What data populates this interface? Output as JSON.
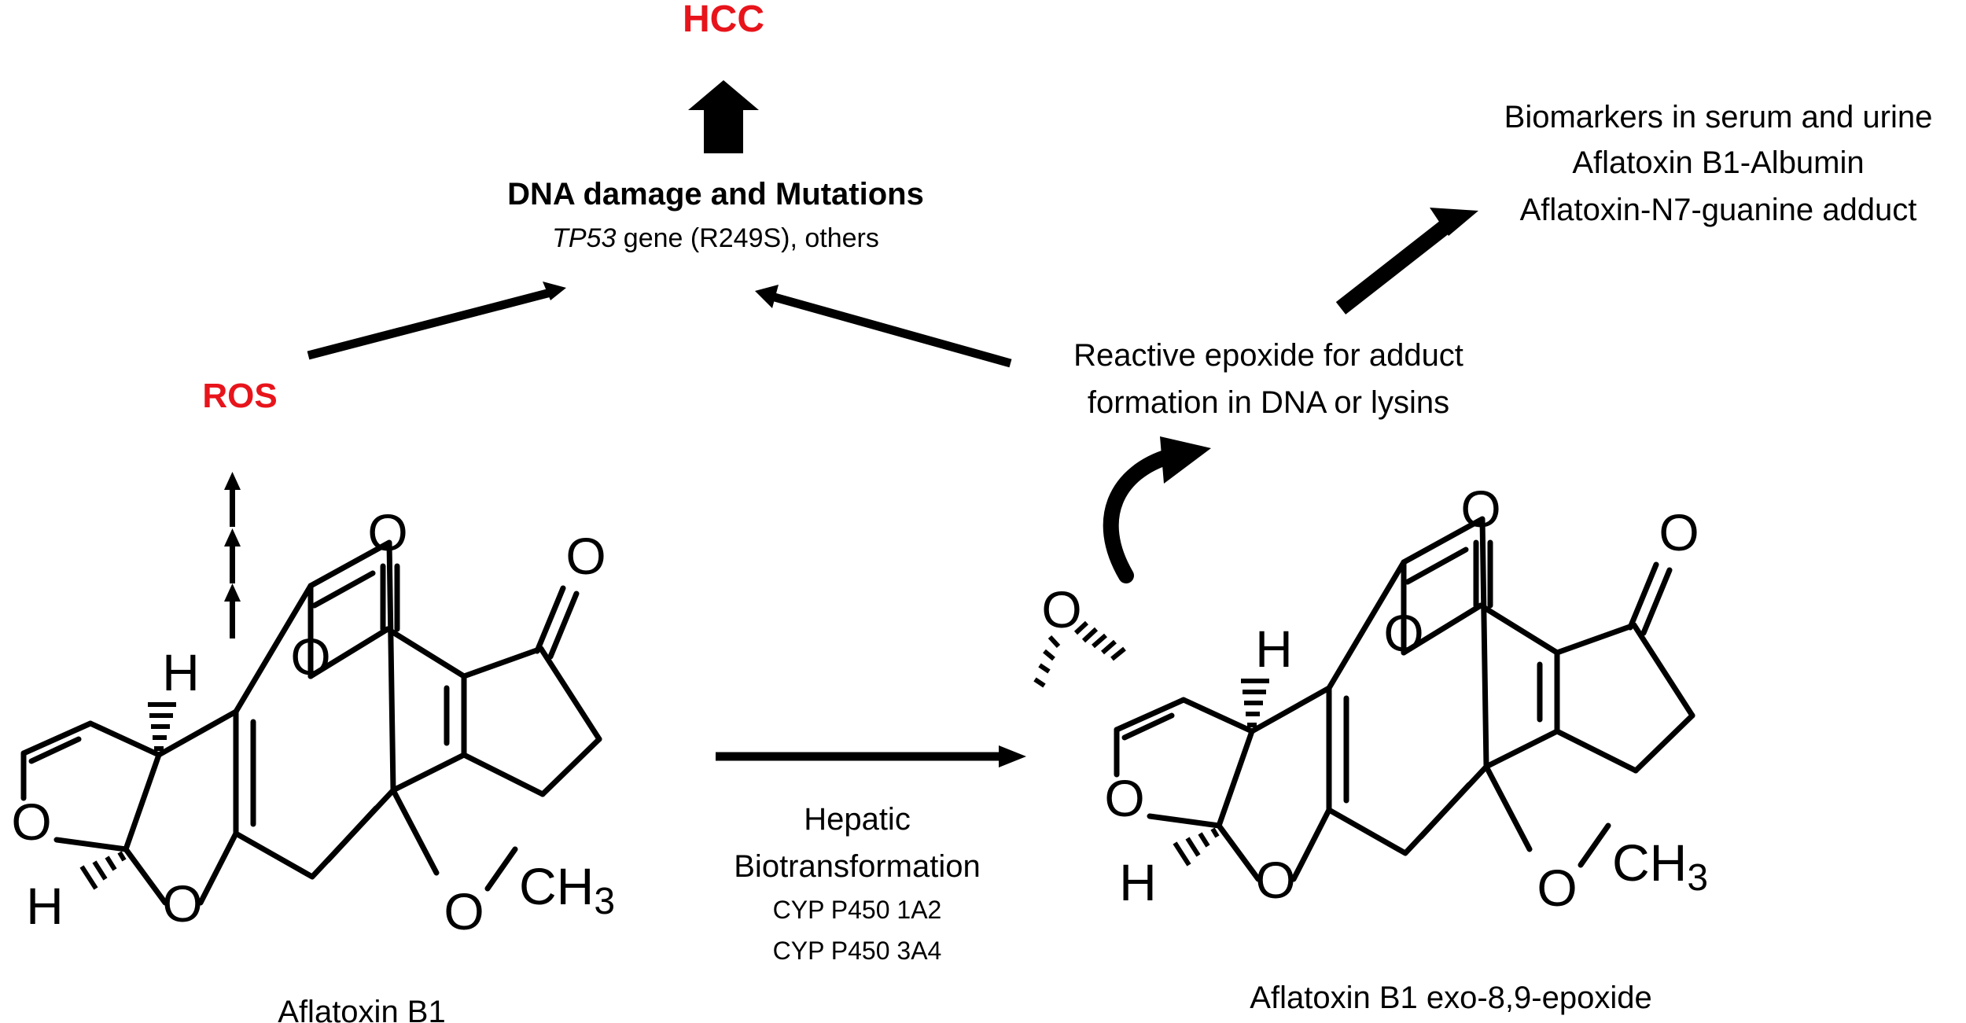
{
  "labels": {
    "hcc": "HCC",
    "dna_title": "DNA damage and Mutations",
    "dna_gene": "TP53",
    "dna_detail": " gene (R249S), others",
    "ros": "ROS",
    "biomarkers_1": "Biomarkers in serum and urine",
    "biomarkers_2": "Aflatoxin B1-Albumin",
    "biomarkers_3": "Aflatoxin-N7-guanine adduct",
    "epoxide_1": "Reactive epoxide for adduct",
    "epoxide_2": "formation in DNA or lysins",
    "hepatic_1": "Hepatic",
    "hepatic_2": "Biotransformation",
    "cyp_1": "CYP P450 1A2",
    "cyp_2": "CYP P450 3A4",
    "left_compound": "Aflatoxin B1",
    "right_compound": "Aflatoxin B1 exo-8,9-epoxide"
  },
  "atoms": {
    "oxygen": "O",
    "hydrogen": "H",
    "methyl": "CH",
    "methyl_sub": "3"
  },
  "colors": {
    "highlight": "#e8141b",
    "ink": "#000000"
  }
}
